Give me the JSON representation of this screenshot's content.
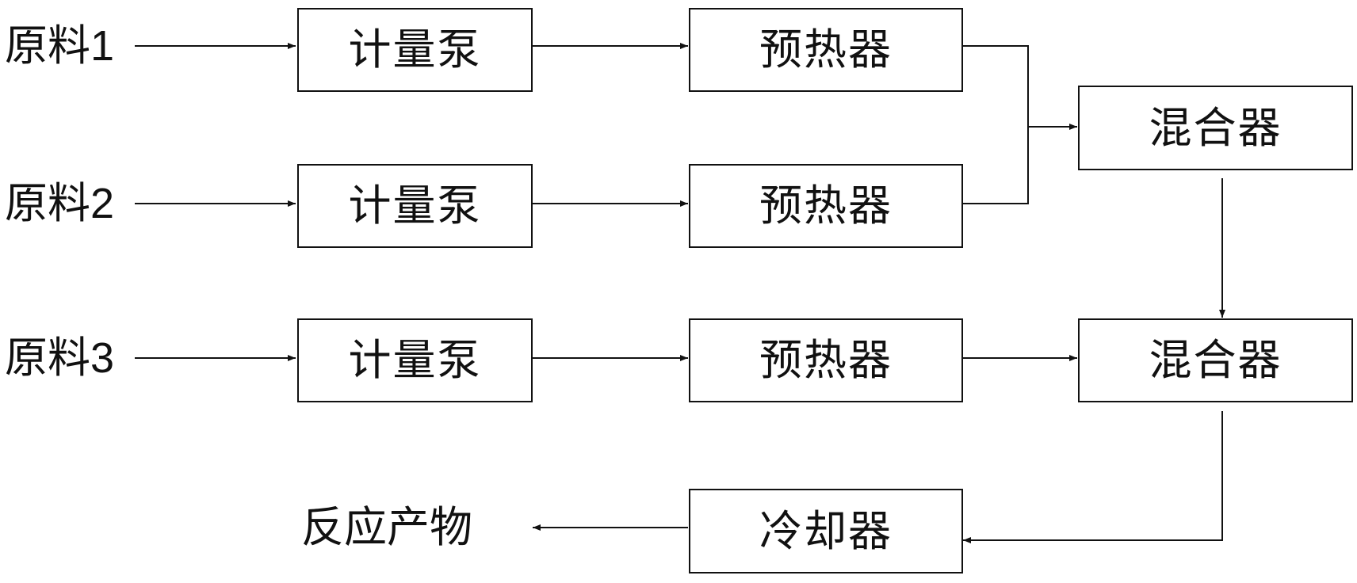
{
  "inputs": [
    {
      "text": "原料",
      "num": "1"
    },
    {
      "text": "原料",
      "num": "2"
    },
    {
      "text": "原料",
      "num": "3"
    }
  ],
  "pumps": [
    "计量泵",
    "计量泵",
    "计量泵"
  ],
  "preheaters": [
    "预热器",
    "预热器",
    "预热器"
  ],
  "mixers": [
    "混合器",
    "混合器"
  ],
  "cooler": "冷却器",
  "output": "反应产物",
  "colors": {
    "line": "#111111",
    "background": "#ffffff"
  }
}
